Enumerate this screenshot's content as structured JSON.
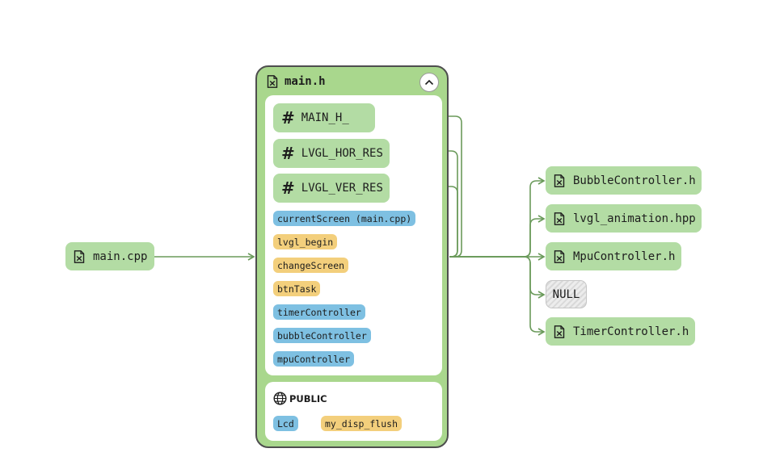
{
  "source_node": {
    "label": "main.cpp",
    "icon": "file-icon"
  },
  "container": {
    "title": "main.h",
    "icon": "file-icon",
    "collapse_icon": "chevron-up-icon",
    "macros": [
      {
        "label": "MAIN_H_",
        "icon": "hash-icon"
      },
      {
        "label": "LVGL_HOR_RES",
        "icon": "hash-icon"
      },
      {
        "label": "LVGL_VER_RES",
        "icon": "hash-icon"
      }
    ],
    "members": [
      {
        "label": "currentScreen (main.cpp)",
        "color": "#7ec0e2"
      },
      {
        "label": "lvgl_begin",
        "color": "#f3cf7c"
      },
      {
        "label": "changeScreen",
        "color": "#f3cf7c"
      },
      {
        "label": "btnTask",
        "color": "#f3cf7c"
      },
      {
        "label": "timerController",
        "color": "#7ec0e2"
      },
      {
        "label": "bubbleController",
        "color": "#7ec0e2"
      },
      {
        "label": "mpuController",
        "color": "#7ec0e2"
      }
    ],
    "public": {
      "heading": "PUBLIC",
      "icon": "globe-icon",
      "items": [
        {
          "label": "Lcd",
          "color": "#7ec0e2"
        },
        {
          "label": "my_disp_flush",
          "color": "#f3cf7c"
        }
      ]
    }
  },
  "targets": [
    {
      "label": "BubbleController.h",
      "icon": "file-icon"
    },
    {
      "label": "lvgl_animation.hpp",
      "icon": "file-icon"
    },
    {
      "label": "MpuController.h",
      "icon": "file-icon"
    },
    {
      "label": "NULL",
      "icon": ""
    },
    {
      "label": "TimerController.h",
      "icon": "file-icon"
    }
  ],
  "colors": {
    "node_green": "#b3dca4",
    "container_green": "#a9d78d",
    "edge": "#6a9a5a",
    "chip_blue": "#7ec0e2",
    "chip_yellow": "#f3cf7c",
    "border": "#4e4e4e"
  }
}
